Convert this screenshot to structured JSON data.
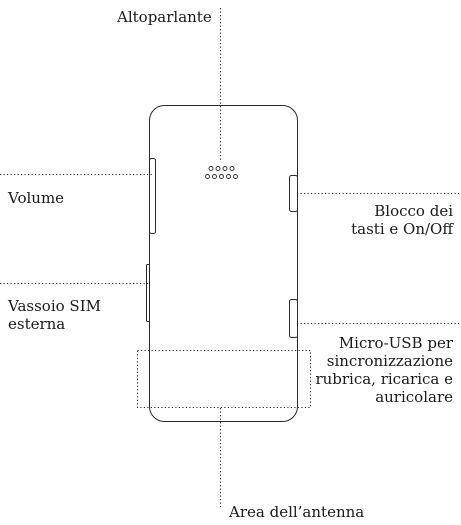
{
  "labels": {
    "speaker": "Altoparlante",
    "volume": "Volume",
    "sim_tray": [
      "Vassoio SIM",
      "esterna"
    ],
    "power_lock": [
      "Blocco dei",
      "tasti e On/Off"
    ],
    "micro_usb": [
      "Micro-USB per",
      "sincronizzazione",
      "rubrica, ricarica e",
      "auricolare"
    ],
    "antenna": "Area dell’antenna"
  },
  "colors": {
    "line": "#2a2a2a",
    "text": "#1a1a1a",
    "background": "#ffffff"
  }
}
